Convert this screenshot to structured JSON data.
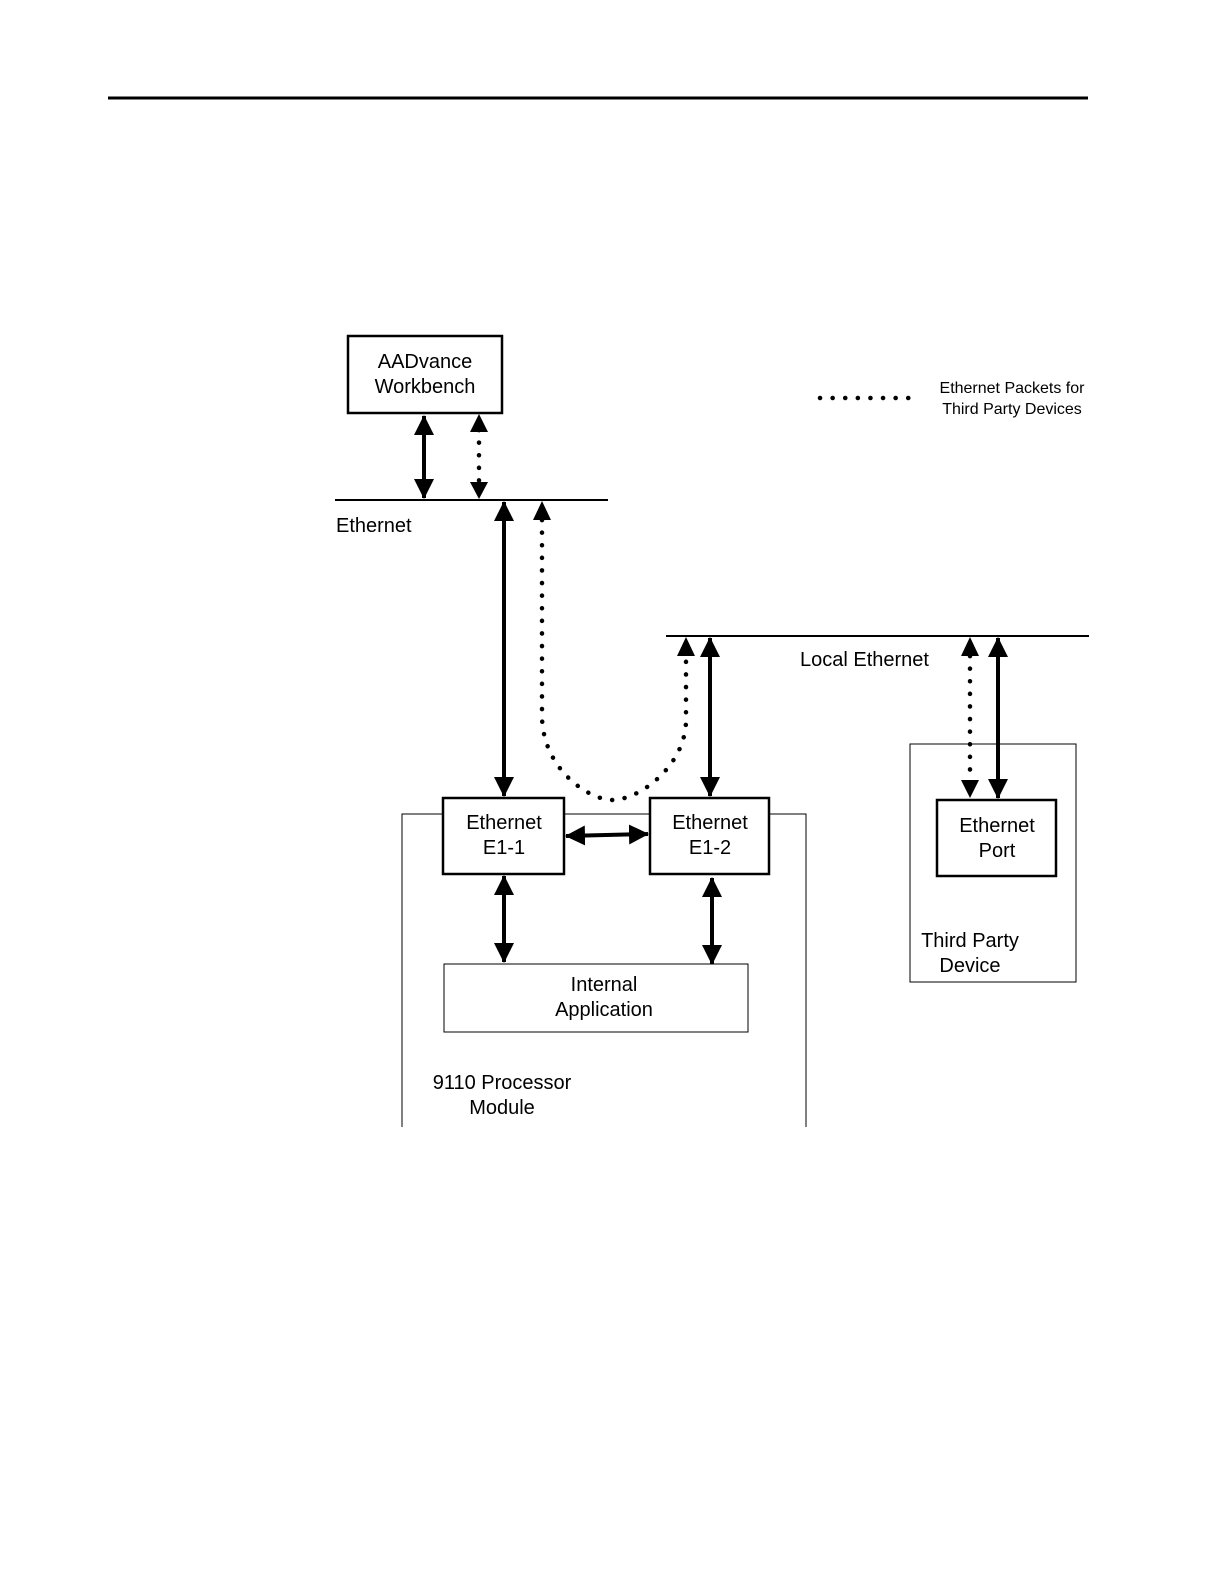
{
  "diagram": {
    "workbench_box": {
      "line1": "AADvance",
      "line2": "Workbench"
    },
    "legend": {
      "line1": "Ethernet Packets for",
      "line2": "Third Party Devices"
    },
    "ethernet_bus_label": "Ethernet",
    "local_ethernet_bus_label": "Local Ethernet",
    "port_e1_1": {
      "line1": "Ethernet",
      "line2": "E1-1"
    },
    "port_e1_2": {
      "line1": "Ethernet",
      "line2": "E1-2"
    },
    "internal_application": {
      "line1": "Internal",
      "line2": "Application"
    },
    "processor_module": {
      "line1": "9110 Processor",
      "line2": "Module"
    },
    "third_party_port": {
      "line1": "Ethernet",
      "line2": "Port"
    },
    "third_party_device": {
      "line1": "Third Party",
      "line2": "Device"
    }
  },
  "colors": {
    "ink": "#000000",
    "background": "#ffffff"
  }
}
